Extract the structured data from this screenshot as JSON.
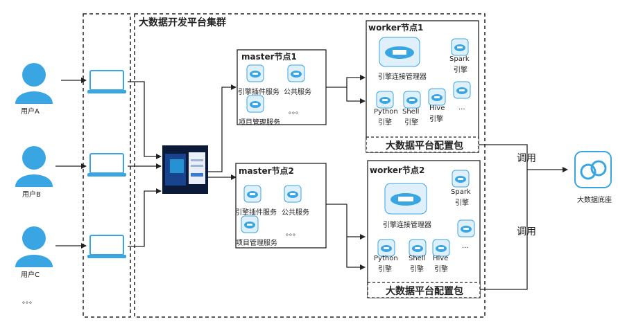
{
  "cluster_title": "大数据开发平台集群",
  "users": [
    "用户A",
    "用户B",
    "用户C"
  ],
  "users_more": "。。。",
  "masters": [
    {
      "title": "master节点1",
      "services": [
        "引擎插件服务",
        "公共服务",
        "项目管理服务"
      ],
      "more": "。。。"
    },
    {
      "title": "master节点2",
      "services": [
        "引擎插件服务",
        "公共服务",
        "项目管理服务"
      ],
      "more": "。。。"
    }
  ],
  "workers": [
    {
      "title": "worker节点1",
      "manager": "引擎连接管理器",
      "engines": [
        {
          "l1": "Spark",
          "l2": "引擎"
        },
        {
          "l1": "Python",
          "l2": "引擎"
        },
        {
          "l1": "Shell",
          "l2": "引擎"
        },
        {
          "l1": "Hive",
          "l2": "引擎"
        }
      ],
      "more": "...",
      "config": "大数据平台配置包"
    },
    {
      "title": "worker节点2",
      "manager": "引擎连接管理器",
      "engines": [
        {
          "l1": "Spark",
          "l2": "引擎"
        },
        {
          "l1": "Python",
          "l2": "引擎"
        },
        {
          "l1": "Shell",
          "l2": "引擎"
        },
        {
          "l1": "Hive",
          "l2": "引擎"
        }
      ],
      "more": "...",
      "config": "大数据平台配置包"
    }
  ],
  "call_label": "调用",
  "base_label": "大数据底座",
  "colors": {
    "accent": "#3aa5e3",
    "icon_light": "#dff0fb",
    "line": "#222222"
  }
}
